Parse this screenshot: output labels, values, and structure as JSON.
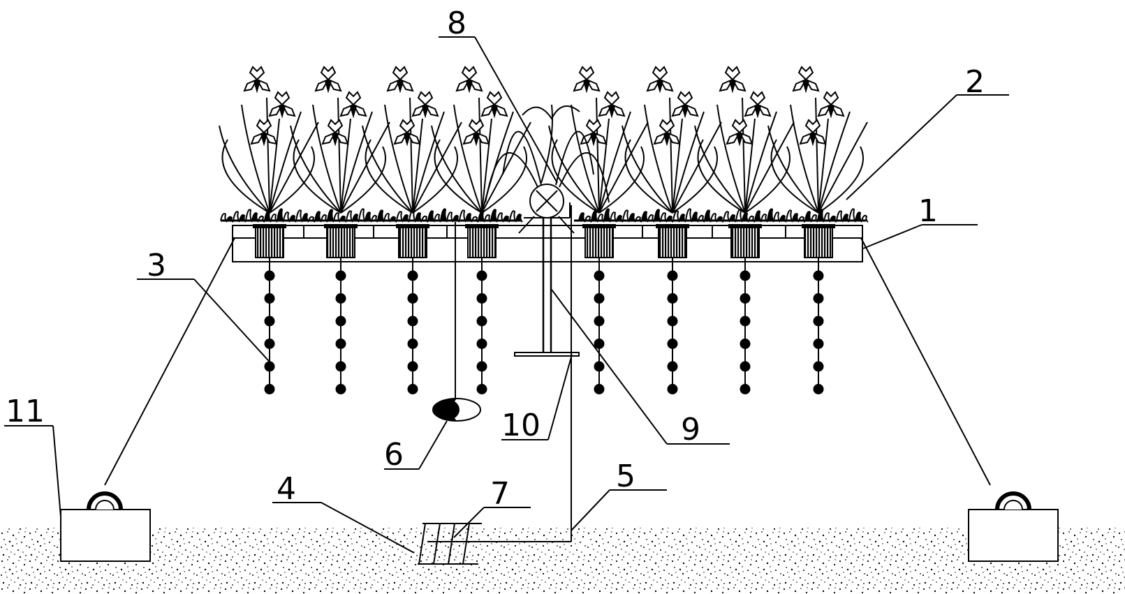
{
  "labels": {
    "n1": "1",
    "n2": "2",
    "n3": "3",
    "n4": "4",
    "n5": "5",
    "n6": "6",
    "n7": "7",
    "n8": "8",
    "n9": "9",
    "n10": "10",
    "n11": "11"
  },
  "colors": {
    "ink": "#000000",
    "background": "#ffffff"
  },
  "icons": {
    "plant": "iris-plant-icon",
    "root": "bead-root-icon",
    "anchor": "anchor-block-icon",
    "seabed": "speckled-sediment-icon"
  }
}
